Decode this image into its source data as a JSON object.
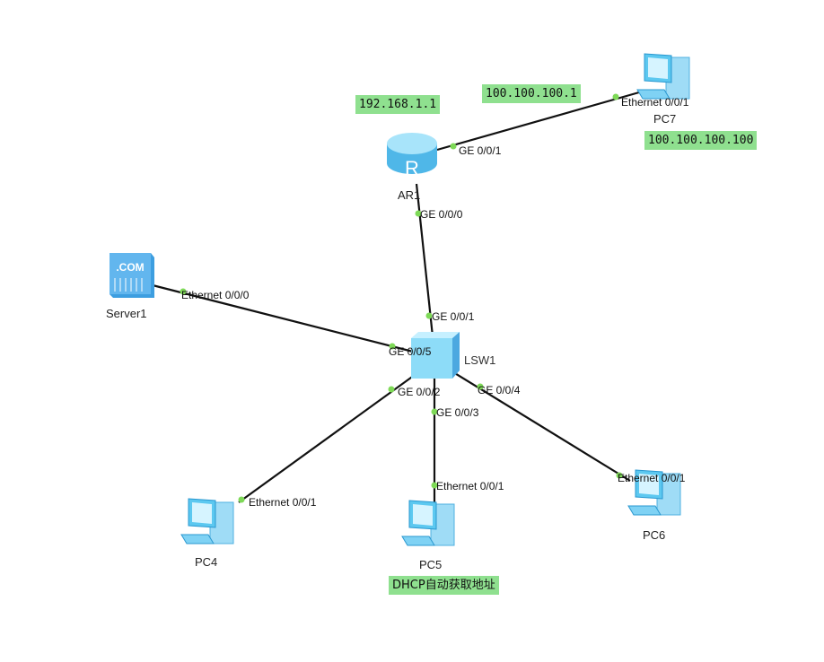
{
  "devices": {
    "router": "AR1",
    "switch": "LSW1",
    "server": "Server1",
    "pc4": "PC4",
    "pc5": "PC5",
    "pc6": "PC6",
    "pc7": "PC7"
  },
  "ports": {
    "ar1_ge001": "GE 0/0/1",
    "ar1_ge000": "GE 0/0/0",
    "pc7_eth": "Ethernet 0/0/1",
    "lsw_ge001": "GE 0/0/1",
    "lsw_ge005": "GE 0/0/5",
    "lsw_ge002": "GE 0/0/2",
    "lsw_ge003": "GE 0/0/3",
    "lsw_ge004": "GE 0/0/4",
    "server_eth": "Ethernet 0/0/0",
    "pc4_eth": "Ethernet 0/0/1",
    "pc5_eth": "Ethernet 0/0/1",
    "pc6_eth": "Ethernet 0/0/1"
  },
  "notes": {
    "lan_gw": "192.168.1.1",
    "wan_gw": "100.100.100.1",
    "pc7_ip": "100.100.100.100",
    "pc5_dhcp": "DHCP自动获取地址"
  },
  "colors": {
    "link": "#111111",
    "port_dot": "#7ed957",
    "note_bg": "#8fe08f",
    "device": "#5cc8f0"
  }
}
